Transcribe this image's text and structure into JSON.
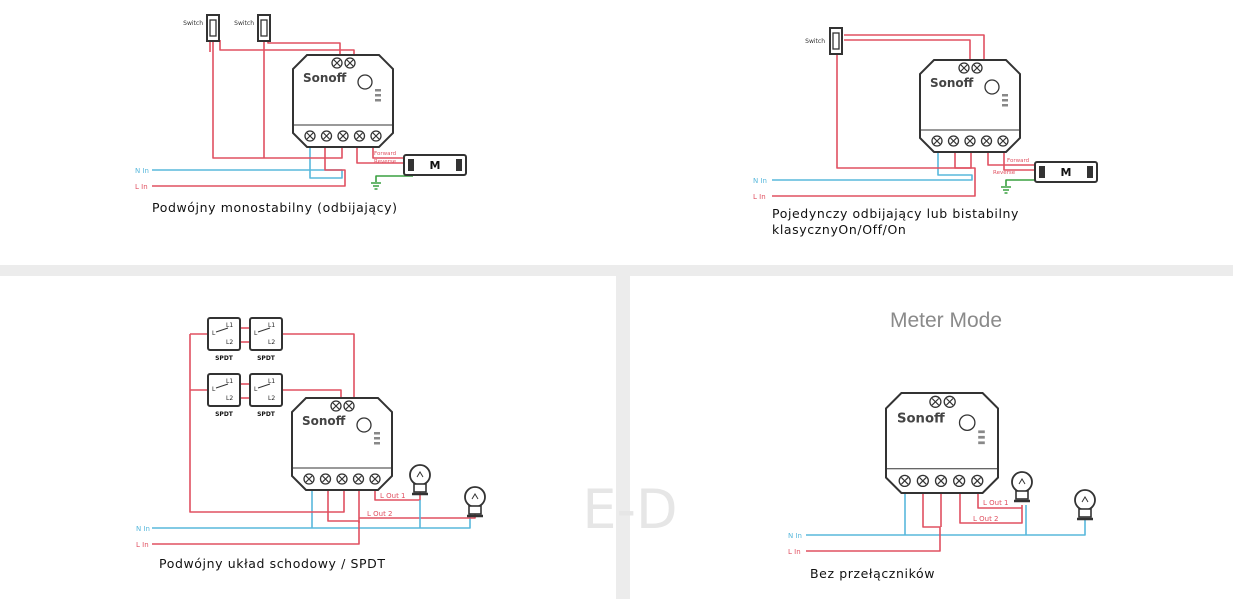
{
  "captions": {
    "q1": "Podwójny monostabilny (odbijający)",
    "q2_line1": "Pojedynczy odbijający lub bistabilny",
    "q2_line2": "klasycznyOn/Off/On",
    "q3": "Podwójny układ schodowy / SPDT",
    "q4": "Bez przełączników"
  },
  "meter_mode_title": "Meter Mode",
  "watermark": "E-D",
  "labels": {
    "switch": "Switch",
    "n_in": "N In",
    "l_in": "L In",
    "motor": "M",
    "forward": "Forward",
    "reverse": "Reverse",
    "spdt": "SPDT",
    "l_out_1": "L Out 1",
    "l_out_2": "L Out 2",
    "l1": "L1",
    "l2": "L2",
    "l": "L",
    "brand": "Sonoff"
  },
  "colors": {
    "red_wire": "#e05060",
    "blue_wire": "#58b8dc",
    "green_wire": "#3aa040",
    "device_outline": "#333333",
    "panel_gray": "#ececec"
  }
}
